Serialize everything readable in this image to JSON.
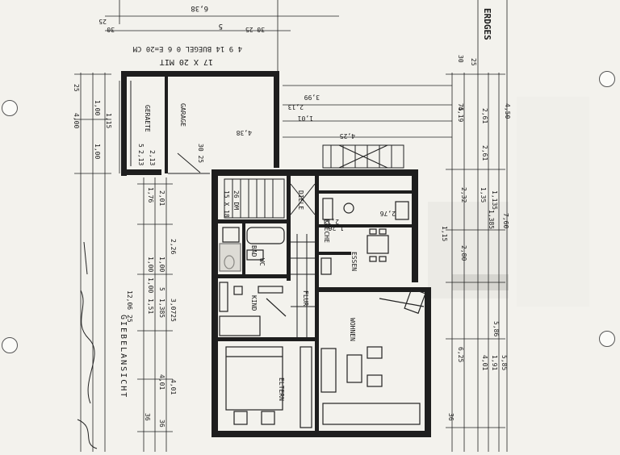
{
  "drawing": {
    "sheet_label": "ERDGES",
    "elevation_label": "GIEBELANSICHT",
    "stair_note": "17 X 20 MIT",
    "stair_note_2": "4 9 14 BUEGEL 0 6 E=20 CM",
    "stair_note_3": "15 X 18",
    "stair_note_4": "26 DM"
  },
  "rooms": {
    "geraete": "GERAETE",
    "garage": "GARAGE",
    "diele": "DIELE",
    "kueche": "KUECHE",
    "essen": "ESSEN",
    "bad": "BAD",
    "wc": "WC",
    "flur": "FLUR",
    "kind": "KIND",
    "wohnen": "WOHNEN",
    "eltern": "ELTERN"
  },
  "dimensions": {
    "top": [
      "6,38",
      "5",
      "30",
      "25",
      "30 25",
      "30 25"
    ],
    "garage": [
      "4,38",
      "30 25",
      "2,13",
      "3,99",
      "2,13",
      "1,01"
    ],
    "left_outer": [
      "4,00",
      "25",
      "1,00",
      "1,00",
      "1,76",
      "2,01",
      "1,00",
      "1,00",
      "12,06",
      "25",
      "4,01",
      "36"
    ],
    "left_inner": [
      "1,15",
      "2,13",
      "5",
      "2,26",
      "1,00",
      "5",
      "1,51",
      "1,385",
      "3,0725",
      "4,01",
      "36"
    ],
    "right": [
      "30",
      "25",
      "4,19",
      "75",
      "2,61",
      "2,61",
      "4,50",
      "2,32",
      "1,35",
      "1,385",
      "7,60",
      "1,135",
      "2,80",
      "6,25",
      "4,01",
      "1,91",
      "5,85",
      "5,86",
      "36"
    ],
    "kitchen": [
      "2,76",
      "4,25",
      "2,13",
      "1,26",
      "1,15"
    ]
  }
}
